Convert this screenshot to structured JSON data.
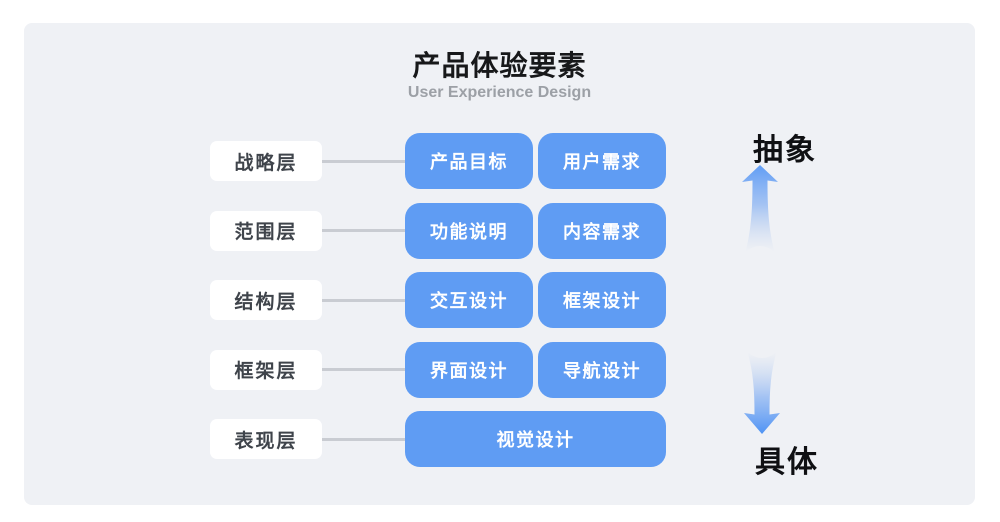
{
  "header": {
    "title": "产品体验要素",
    "subtitle": "User Experience Design"
  },
  "rows": [
    {
      "layer": "战略层",
      "boxes": [
        "产品目标",
        "用户需求"
      ]
    },
    {
      "layer": "范围层",
      "boxes": [
        "功能说明",
        "内容需求"
      ]
    },
    {
      "layer": "结构层",
      "boxes": [
        "交互设计",
        "框架设计"
      ]
    },
    {
      "layer": "框架层",
      "boxes": [
        "界面设计",
        "导航设计"
      ]
    },
    {
      "layer": "表现层",
      "boxes": [
        "视觉设计"
      ]
    }
  ],
  "axis": {
    "top": "抽象",
    "bottom": "具体"
  },
  "colors": {
    "panel_bg": "#EFF1F5",
    "box_blue": "#5F9CF3",
    "label_bg": "#FFFFFF",
    "label_text": "#3F444B",
    "connector": "#C9CCD2",
    "arrow_blue": "#4E93F4",
    "title_text": "#17181A",
    "subtitle_text": "#9CA0A6"
  }
}
